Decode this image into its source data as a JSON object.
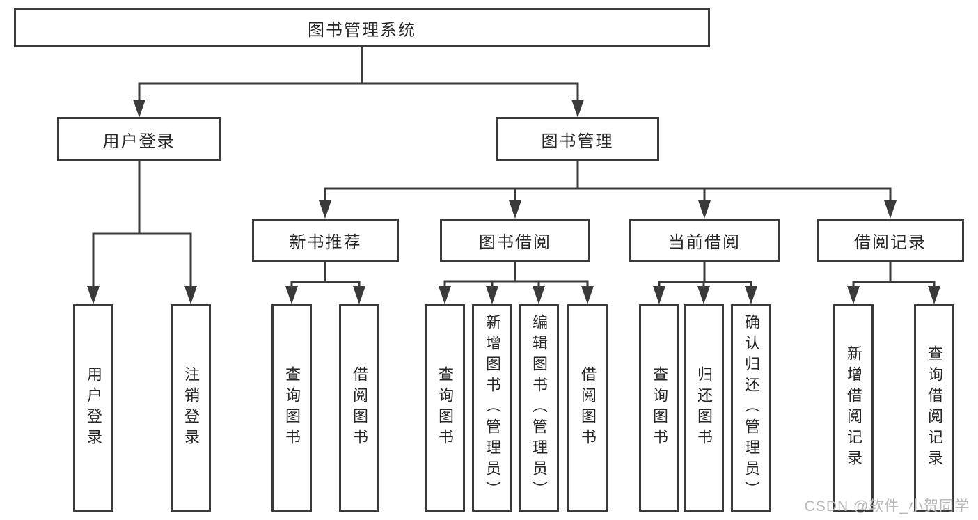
{
  "colors": {
    "background": "#ffffff",
    "line": "#3a3a3a",
    "box_border": "#3a3a3a",
    "text": "#262626",
    "watermark": "#b9b9b9"
  },
  "tree": {
    "label": "图书管理系统",
    "children": [
      {
        "label": "用户登录",
        "children": [
          {
            "label": "用户登录"
          },
          {
            "label": "注销登录"
          }
        ]
      },
      {
        "label": "图书管理",
        "children": [
          {
            "label": "新书推荐",
            "children": [
              {
                "label": "查询图书"
              },
              {
                "label": "借阅图书"
              }
            ]
          },
          {
            "label": "图书借阅",
            "children": [
              {
                "label": "查询图书"
              },
              {
                "label": "新增图书（管理员）"
              },
              {
                "label": "编辑图书（管理员）"
              },
              {
                "label": "借阅图书"
              }
            ]
          },
          {
            "label": "当前借阅",
            "children": [
              {
                "label": "查询图书"
              },
              {
                "label": "归还图书"
              },
              {
                "label": "确认归还（管理员）"
              }
            ]
          },
          {
            "label": "借阅记录",
            "children": [
              {
                "label": "新增借阅记录"
              },
              {
                "label": "查询借阅记录"
              }
            ]
          }
        ]
      }
    ]
  },
  "watermark": {
    "text": "CSDN @软件_小贺同学"
  }
}
